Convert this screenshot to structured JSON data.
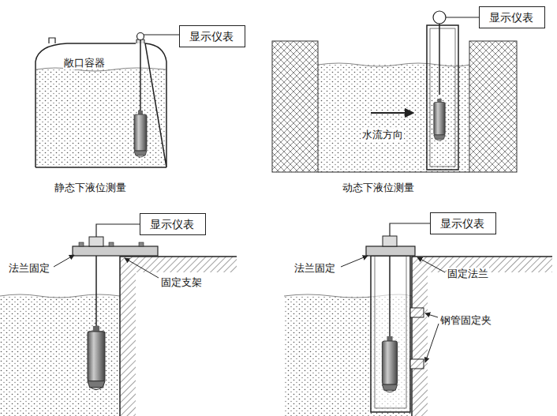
{
  "diagram": {
    "nodes": [
      {
        "text": [
          "显示仪表"
        ]
      },
      {
        "text": [
          "显示仪表"
        ]
      },
      {
        "text": [
          "显示仪表"
        ]
      },
      {
        "text": [
          "显示仪表"
        ]
      }
    ],
    "labels": [
      "敞口容器",
      "静态下液位测量",
      "水流方向",
      "动态下液位测量",
      "法兰固定",
      "固定支架",
      "法兰固定",
      "固定法兰",
      "钢管固定夹"
    ]
  }
}
